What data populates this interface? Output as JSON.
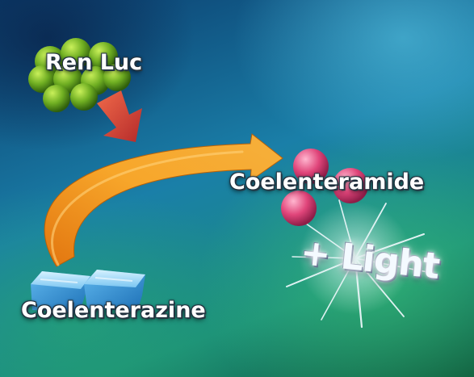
{
  "labels": {
    "enzyme": "Ren Luc",
    "product": "Coelenteramide",
    "substrate": "Coelenterazine",
    "light": "+ Light"
  },
  "colors": {
    "enzyme_green": "#6fae22",
    "product_pink": "#e0457a",
    "substrate_blue": "#4aa8e6",
    "arrow_orange": "#f29a1e",
    "arrow_red": "#d8423a"
  }
}
